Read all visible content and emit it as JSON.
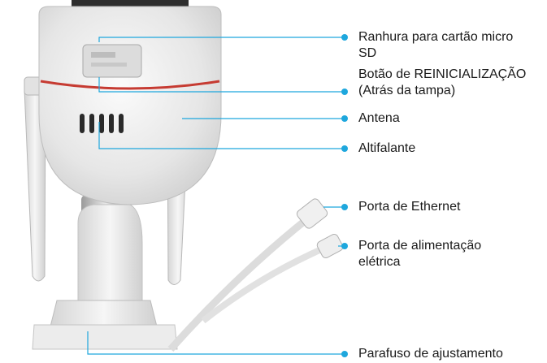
{
  "accent_color": "#1ea7dd",
  "device_illustration": "security camera with two antennas, front view",
  "labels": {
    "sd_slot": {
      "line1": "Ranhura para cartão micro",
      "line2": "SD"
    },
    "reset": {
      "line1": "Botão de REINICIALIZAÇÃO",
      "line2": "(Atrás da tampa)"
    },
    "antenna": {
      "line1": "Antena"
    },
    "speaker": {
      "line1": "Altifalante"
    },
    "ethernet": {
      "line1": "Porta de Ethernet"
    },
    "power": {
      "line1": "Porta de alimentação",
      "line2": "elétrica"
    },
    "screw": {
      "line1": "Parafuso de ajustamento"
    }
  }
}
